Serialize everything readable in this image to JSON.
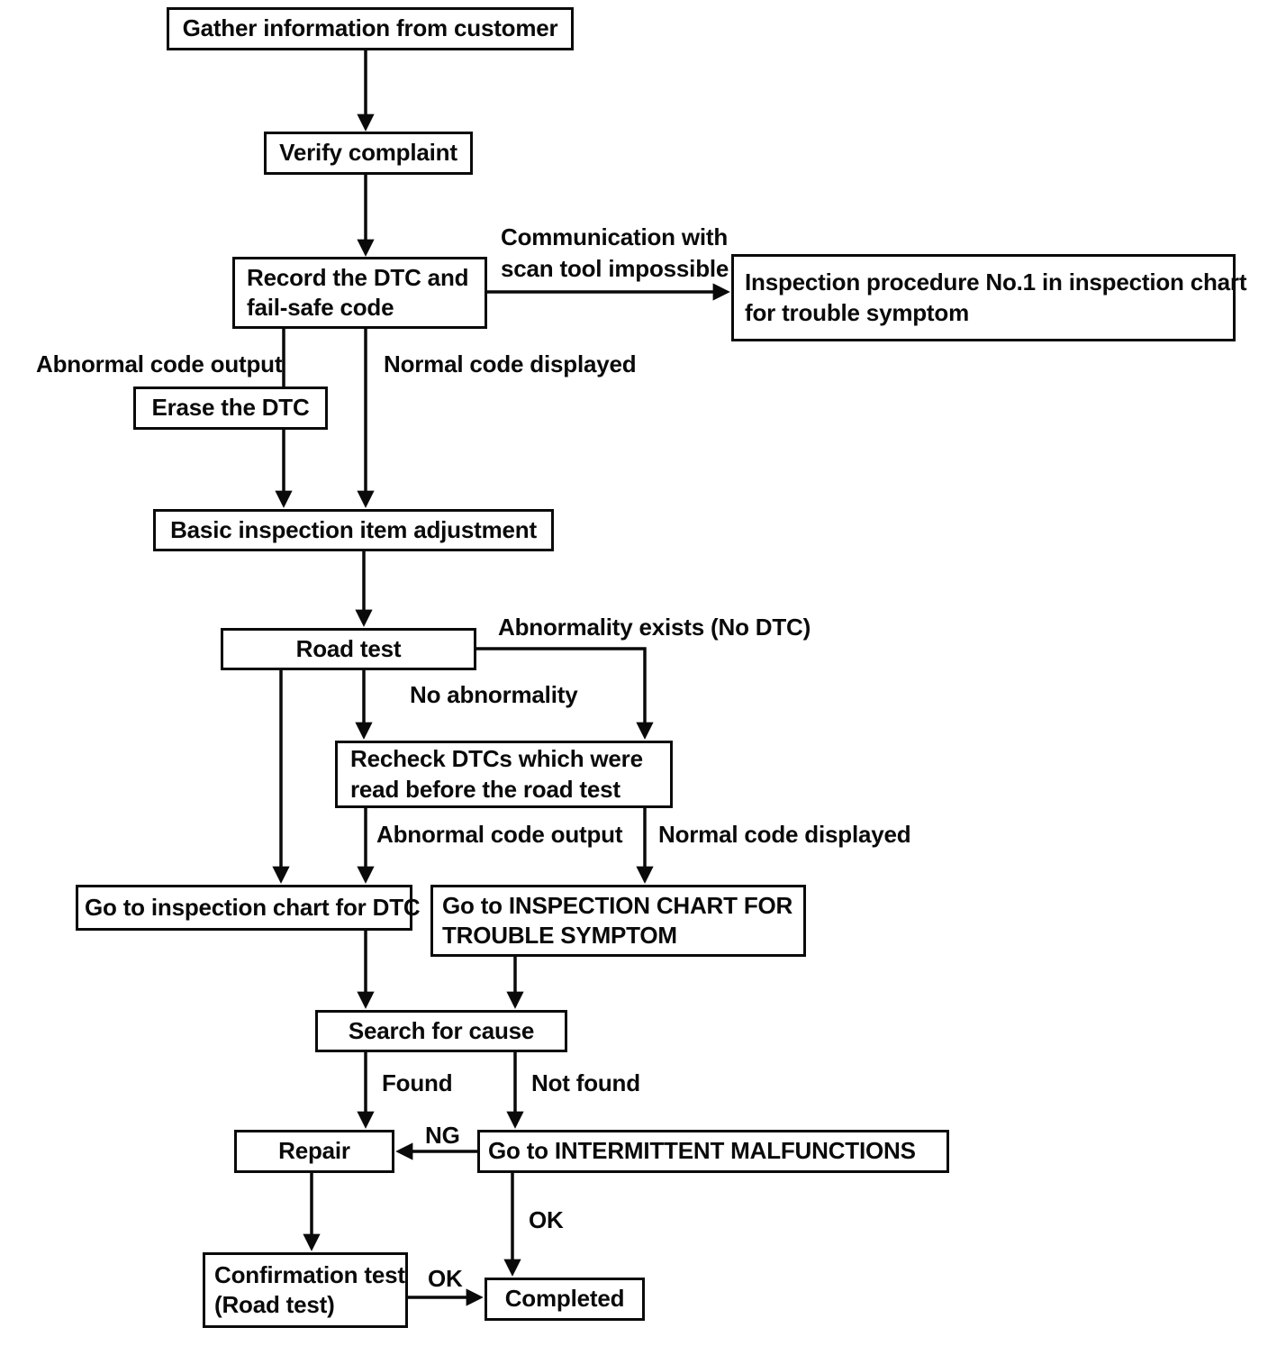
{
  "diagram": {
    "type": "flowchart",
    "colors": {
      "ink": "#0a0a0a",
      "paper": "#ffffff"
    },
    "nodes": {
      "gather": {
        "label": "Gather information from customer"
      },
      "verify": {
        "label": "Verify complaint"
      },
      "record": {
        "lines": [
          "Record the DTC and",
          "fail-safe code"
        ]
      },
      "inspection_procedure": {
        "lines": [
          "Inspection procedure No.1 in inspection chart",
          "for trouble symptom"
        ]
      },
      "erase": {
        "label": "Erase the DTC"
      },
      "basic": {
        "label": "Basic inspection item adjustment"
      },
      "road_test": {
        "label": "Road test"
      },
      "recheck": {
        "lines": [
          "Recheck DTCs which were",
          "read before the road test"
        ]
      },
      "goto_dtc_chart": {
        "label": "Go to  inspection chart for DTC"
      },
      "goto_trouble_chart": {
        "lines": [
          "Go to INSPECTION CHART FOR",
          "TROUBLE SYMPTOM"
        ]
      },
      "search_for_cause": {
        "label": "Search for cause"
      },
      "repair": {
        "label": "Repair"
      },
      "goto_intermittent": {
        "label": "Go to INTERMITTENT MALFUNCTIONS"
      },
      "confirmation_test": {
        "lines": [
          "Confirmation test",
          "(Road test)"
        ]
      },
      "completed": {
        "label": "Completed"
      }
    },
    "edge_labels": {
      "communication_line1": "Communication with",
      "communication_line2": "scan tool impossible",
      "abnormal_code_output_1": "Abnormal code output",
      "normal_code_displayed_1": "Normal code displayed",
      "abnormality_exists": "Abnormality exists (No DTC)",
      "no_abnormality": "No abnormality",
      "abnormal_code_output_2": "Abnormal code output",
      "normal_code_displayed_2": "Normal code displayed",
      "found": "Found",
      "not_found": "Not found",
      "ng": "NG",
      "ok_to_completed": "OK",
      "ok_confirmation": "OK"
    }
  }
}
